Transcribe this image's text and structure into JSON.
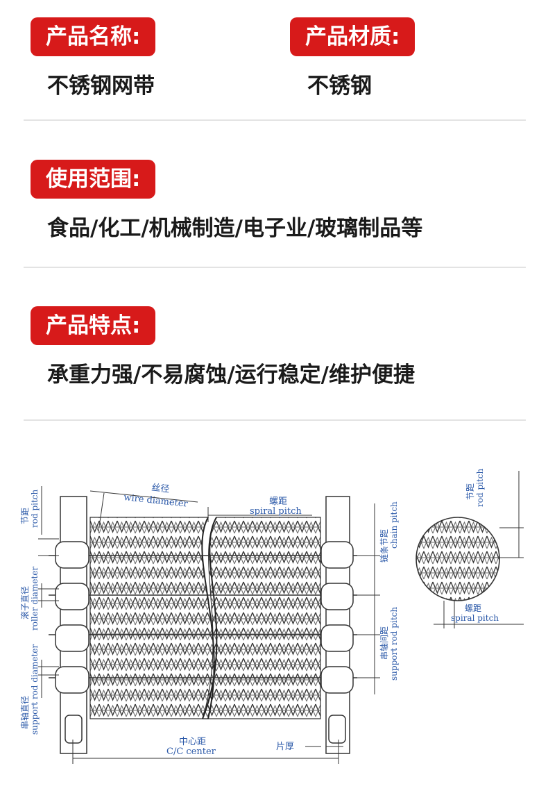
{
  "sections": {
    "name": {
      "label": "产品名称:",
      "value": "不锈钢网带"
    },
    "material": {
      "label": "产品材质:",
      "value": "不锈钢"
    },
    "scope": {
      "label": "使用范围:",
      "value": "食品/化工/机械制造/电子业/玻璃制品等"
    },
    "features": {
      "label": "产品特点:",
      "value": "承重力强/不易腐蚀/运行稳定/维护便捷"
    }
  },
  "diagram": {
    "wire_diameter": {
      "cn": "丝径",
      "en": "wire diameter"
    },
    "spiral_pitch": {
      "cn": "螺距",
      "en": "spiral pitch"
    },
    "rod_pitch": {
      "cn": "节距",
      "en": "rod pitch"
    },
    "chain_pitch": {
      "cn": "链条节距",
      "en": "chain pitch"
    },
    "roller_diameter": {
      "cn": "滚子直径",
      "en": "roller diameter"
    },
    "support_rod_spacing": {
      "cn": "串轴间距",
      "en": "support rod pitch"
    },
    "support_rod_diameter": {
      "cn": "串轴直径",
      "en": "support rod diameter"
    },
    "cc_center": {
      "cn": "中心距",
      "en": "C/C center"
    },
    "plate_thickness": {
      "cn": "片厚"
    },
    "detail_rod_pitch": {
      "cn": "节距",
      "en": "rod pitch"
    },
    "detail_spiral_pitch": {
      "cn": "螺距",
      "en": "spiral pitch"
    }
  },
  "colors": {
    "badge": "#d71a1a",
    "diagram_ink": "#333333",
    "label_blue": "#2a58a8"
  }
}
